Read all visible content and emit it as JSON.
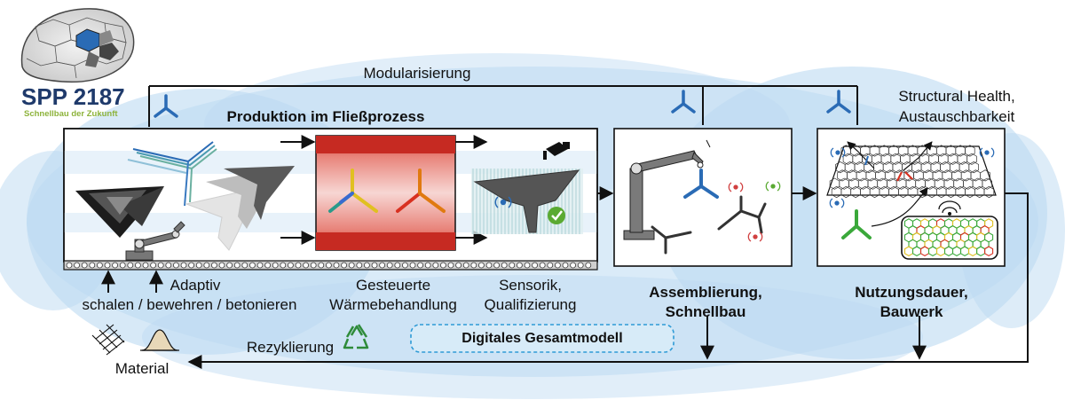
{
  "logo": {
    "title": "SPP 2187",
    "subtitle": "Schnellbau der Zukunft"
  },
  "labels": {
    "modularisierung": "Modularisierung",
    "produktion": "Produktion im Fließprozess",
    "structural_health_1": "Structural Health,",
    "structural_health_2": "Austauschbarkeit",
    "adaptiv": "Adaptiv",
    "schalen": "schalen / bewehren / betonieren",
    "gesteuerte_1": "Gesteuerte",
    "gesteuerte_2": "Wärmebehandlung",
    "sensorik_1": "Sensorik,",
    "sensorik_2": "Qualifizierung",
    "assemblierung_1": "Assemblierung,",
    "assemblierung_2": "Schnellbau",
    "nutzungsdauer_1": "Nutzungsdauer,",
    "nutzungsdauer_2": "Bauwerk",
    "digitales": "Digitales Gesamtmodell",
    "rezyklierung": "Rezyklierung",
    "material": "Material"
  },
  "colors": {
    "cloud": "#b9d8f1",
    "logo_navy": "#1f3a6b",
    "logo_green": "#8db33b",
    "node_blue": "#2a6bb5",
    "heat_red": "#d4302a",
    "check_green": "#5aaa32",
    "recycle_green": "#2e8b3a",
    "dashed_blue": "#2f9bd6"
  },
  "icons": [
    "logo-shell-icon",
    "tripod-node-icon",
    "camera-icon",
    "checkmark-icon",
    "wireless-signal-icon",
    "robot-arm-icon",
    "recycle-icon",
    "mesh-icon",
    "bell-curve-icon",
    "conveyor-icon"
  ]
}
